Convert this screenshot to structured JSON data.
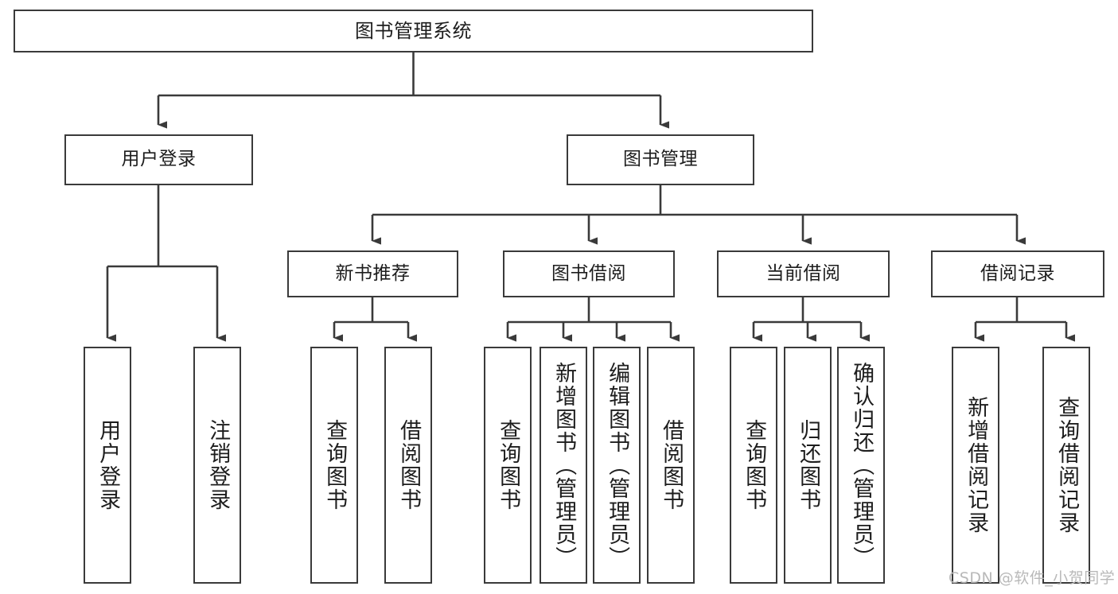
{
  "diagram": {
    "type": "tree",
    "title": "图书管理系统",
    "orientation": "top-down",
    "colors": {
      "box_border": "#3a3a3a",
      "box_fill": "#ffffff",
      "edge": "#3a3a3a",
      "text": "#1d1d1d",
      "watermark": "#b9b9b9"
    }
  },
  "nodes": {
    "root": {
      "label": "图书管理系统"
    },
    "level2": [
      {
        "id": "user-login",
        "label": "用户登录"
      },
      {
        "id": "book-manage",
        "label": "图书管理"
      }
    ],
    "level3": [
      {
        "id": "new-book-recommend",
        "label": "新书推荐"
      },
      {
        "id": "book-borrow",
        "label": "图书借阅"
      },
      {
        "id": "current-borrow",
        "label": "当前借阅"
      },
      {
        "id": "borrow-record",
        "label": "借阅记录"
      }
    ],
    "leaves": [
      {
        "id": "leaf-user-login",
        "parent": "user-login",
        "label": "用户登录"
      },
      {
        "id": "leaf-logout-login",
        "parent": "user-login",
        "label": "注销登录"
      },
      {
        "id": "leaf-query-book-1",
        "parent": "new-book-recommend",
        "label": "查询图书"
      },
      {
        "id": "leaf-borrow-book-1",
        "parent": "new-book-recommend",
        "label": "借阅图书"
      },
      {
        "id": "leaf-query-book-2",
        "parent": "book-borrow",
        "label": "查询图书"
      },
      {
        "id": "leaf-add-book",
        "parent": "book-borrow",
        "label": "新增图书（管理员）"
      },
      {
        "id": "leaf-edit-book",
        "parent": "book-borrow",
        "label": "编辑图书（管理员）"
      },
      {
        "id": "leaf-borrow-book-2",
        "parent": "book-borrow",
        "label": "借阅图书"
      },
      {
        "id": "leaf-query-book-3",
        "parent": "current-borrow",
        "label": "查询图书"
      },
      {
        "id": "leaf-return-book",
        "parent": "current-borrow",
        "label": "归还图书"
      },
      {
        "id": "leaf-confirm-return",
        "parent": "current-borrow",
        "label": "确认归还（管理员）"
      },
      {
        "id": "leaf-add-record",
        "parent": "borrow-record",
        "label": "新增借阅记录"
      },
      {
        "id": "leaf-query-record",
        "parent": "borrow-record",
        "label": "查询借阅记录"
      }
    ]
  },
  "watermark": {
    "text": "CSDN @软件_小贺同学"
  }
}
